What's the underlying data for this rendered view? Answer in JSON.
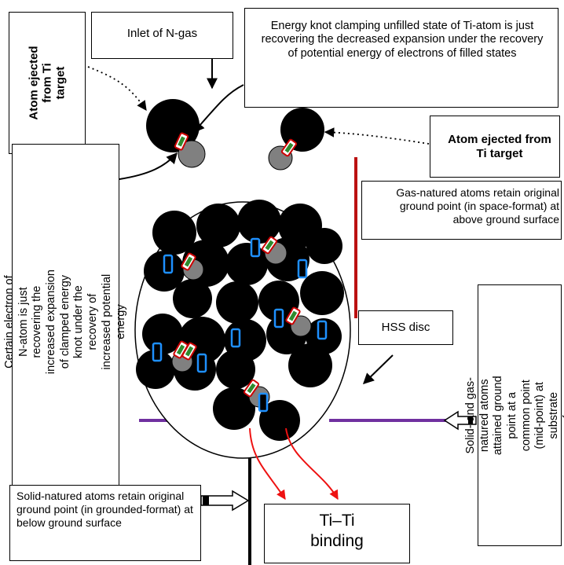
{
  "labels": {
    "inlet": "Inlet of N-gas",
    "energy_knot_top": "Energy knot clamping unfilled state of Ti-atom is just recovering the decreased expansion under the recovery of potential energy of electrons of filled states",
    "atom_ejected_left": "Atom ejected from Ti target",
    "atom_ejected_right": "Atom ejected from Ti target",
    "gas_natured": "Gas-natured atoms retain original ground point (in space-format) at above ground surface",
    "n_atom_electron": "Certain electron of N-atom is just recovering the increased expansion of clamped energy knot under the recovery of increased potential energy",
    "hss_disc": "HSS disc",
    "solid_gas": "Solid- and gas-natured atoms attained ground point at a common point (mid-point) at substrate surface",
    "solid_natured": "Solid-natured atoms retain original ground point (in grounded-format) at below ground surface",
    "ti_ti": "Ti–Ti binding"
  },
  "colors": {
    "atom": "#000000",
    "n_atom": "#808080",
    "knot_outer": "#cc0000",
    "knot_inner": "#2e8b2e",
    "bond": "#1e90ff",
    "red_line": "#bb1111",
    "substrate_line": "#7030a0",
    "arrow_red": "#ee1111"
  }
}
